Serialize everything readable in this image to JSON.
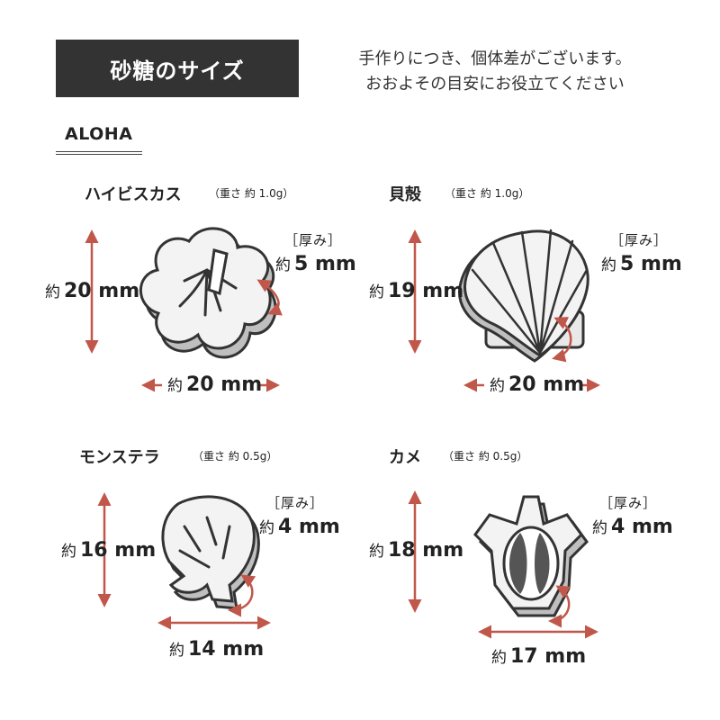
{
  "header": {
    "title": "砂糖のサイズ",
    "note_line1": "手作りにつき、個体差がございます。",
    "note_line2": "おおよその目安にお役立てください"
  },
  "section": {
    "label": "ALOHA"
  },
  "colors": {
    "title_bg": "#333333",
    "arrow": "#C0574A",
    "outline": "#333333",
    "shadow": "#BBBBBB"
  },
  "items": [
    {
      "name": "ハイビスカス",
      "weight": "（重さ 約 1.0g）",
      "thickness_label": "［厚み］",
      "prefix": "約",
      "height_value": "20 mm",
      "width_value": "20 mm",
      "thickness_value": "5 mm",
      "icon": "hibiscus-icon"
    },
    {
      "name": "貝殻",
      "weight": "（重さ 約 1.0g）",
      "thickness_label": "［厚み］",
      "prefix": "約",
      "height_value": "19 mm",
      "width_value": "20 mm",
      "thickness_value": "5 mm",
      "icon": "shell-icon"
    },
    {
      "name": "モンステラ",
      "weight": "（重さ 約 0.5g）",
      "thickness_label": "［厚み］",
      "prefix": "約",
      "height_value": "16 mm",
      "width_value": "14 mm",
      "thickness_value": "4 mm",
      "icon": "monstera-icon"
    },
    {
      "name": "カメ",
      "weight": "（重さ 約 0.5g）",
      "thickness_label": "［厚み］",
      "prefix": "約",
      "height_value": "18 mm",
      "width_value": "17 mm",
      "thickness_value": "4 mm",
      "icon": "turtle-icon"
    }
  ]
}
